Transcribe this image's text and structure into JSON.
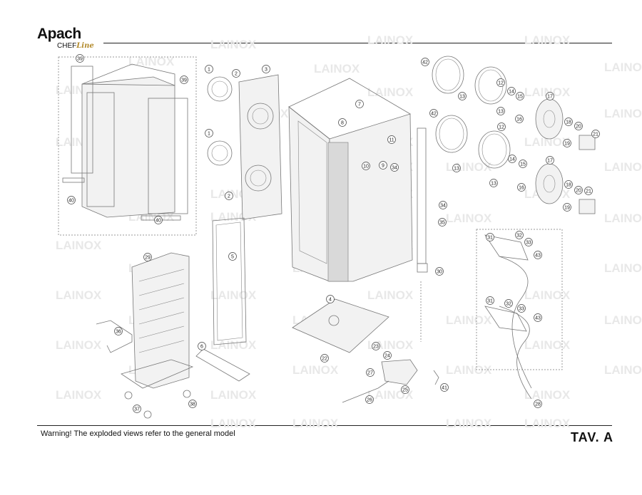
{
  "brand": {
    "name": "Apach",
    "chef": "CHEF",
    "line": "Line"
  },
  "watermark": "LAINOX",
  "footer": {
    "warning": "Warning! The exploded views refer to the general model",
    "table_id": "TAV. A"
  },
  "callouts": [
    "1",
    "2",
    "3",
    "4",
    "5",
    "6",
    "7",
    "8",
    "9",
    "10",
    "11",
    "12",
    "13",
    "14",
    "15",
    "16",
    "17",
    "18",
    "19",
    "20",
    "21",
    "22",
    "23",
    "24",
    "25",
    "26",
    "27",
    "28",
    "29",
    "30",
    "31",
    "32",
    "33",
    "34",
    "35",
    "36",
    "37",
    "38",
    "39",
    "40",
    "41",
    "42",
    "43"
  ]
}
